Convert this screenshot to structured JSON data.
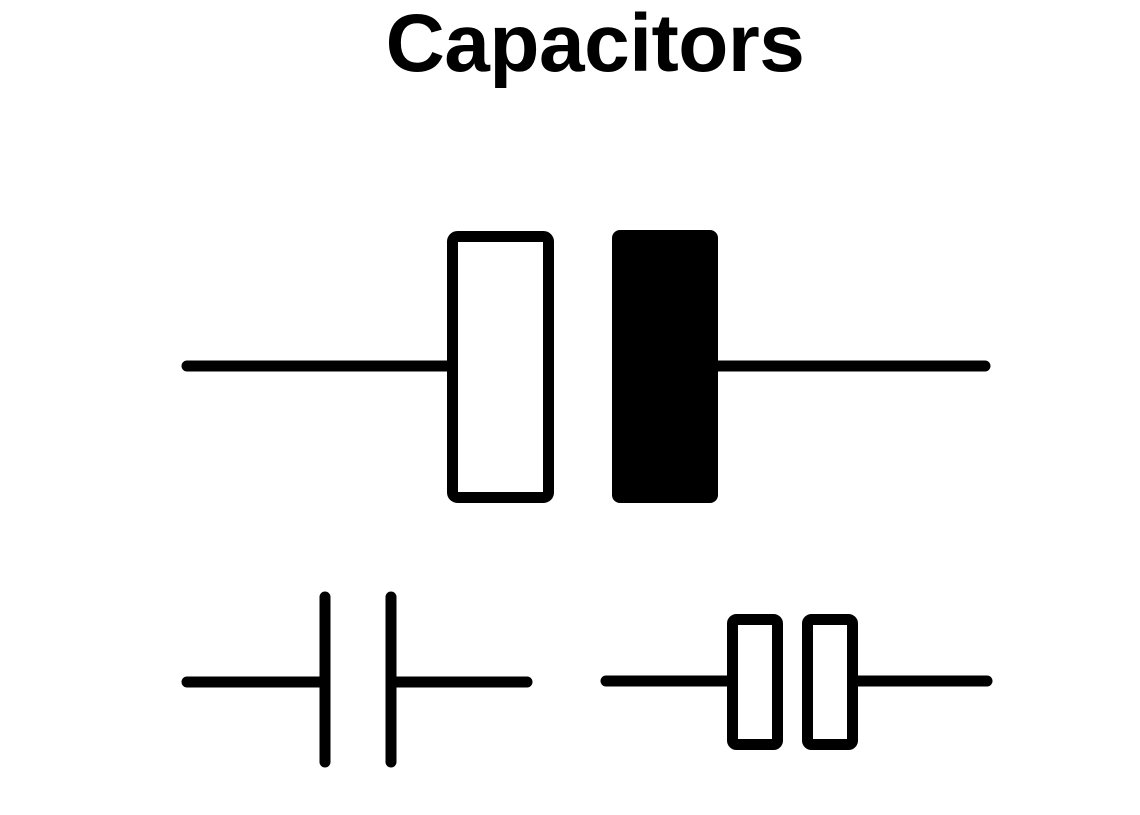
{
  "title": {
    "text": "Capacitors"
  },
  "colors": {
    "ink": "#000000",
    "background": "#ffffff"
  },
  "diagram": {
    "name": "capacitor-schematic-symbols",
    "symbols": [
      {
        "name": "polarized-capacitor-symbol",
        "position": "top-center",
        "plates": [
          "outlined-rectangle",
          "filled-rectangle"
        ],
        "description": "Large capacitor symbol with one outlined plate and one solid filled plate, horizontal leads on both sides"
      },
      {
        "name": "standard-capacitor-symbol",
        "position": "bottom-left",
        "plates": [
          "vertical-line",
          "vertical-line"
        ],
        "description": "Standard fixed capacitor symbol with two parallel vertical line plates, horizontal leads on both sides"
      },
      {
        "name": "double-rectangle-capacitor-symbol",
        "position": "bottom-right",
        "plates": [
          "outlined-rectangle",
          "outlined-rectangle"
        ],
        "description": "Capacitor symbol with two narrow outlined rectangular plates, horizontal leads on both sides"
      }
    ]
  }
}
